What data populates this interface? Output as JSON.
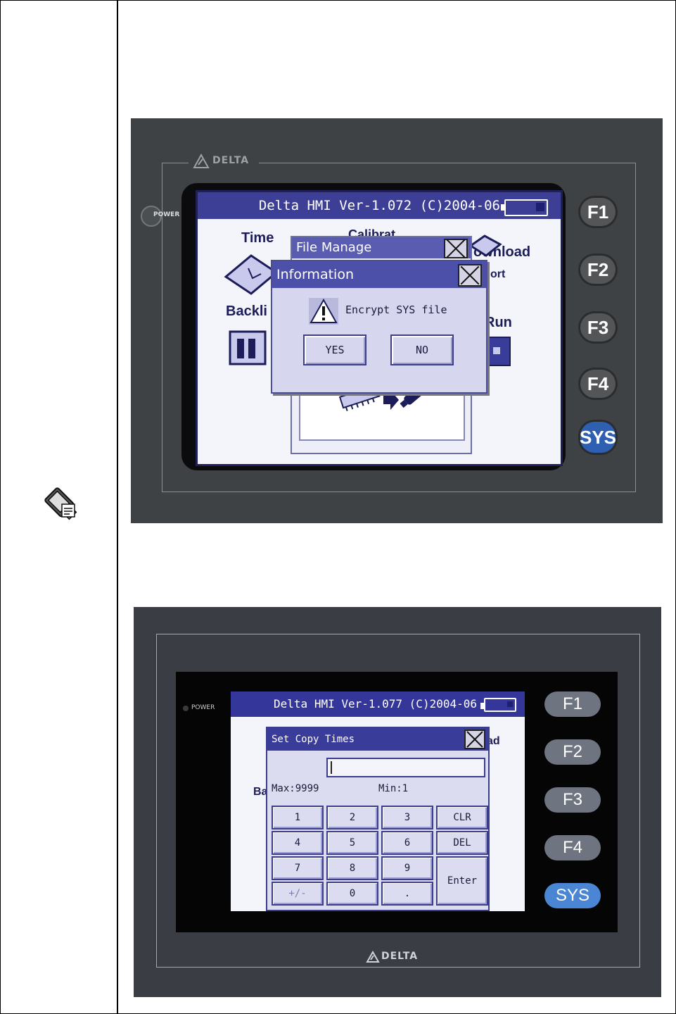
{
  "colors": {
    "hmi_title": "#3d3f96",
    "dialog": "#d6d6ee",
    "sys_key_1": "#2f5fb0",
    "sys_key_2": "#4a86d4"
  },
  "side_icon": {
    "name": "usb-disk-icon"
  },
  "hmi1": {
    "logo": "DELTA",
    "power_label": "POWER",
    "title": "Delta HMI Ver-1.072 (C)2004-06",
    "background_items": [
      "Time",
      "Calibrat",
      "ownload",
      "Backli",
      "Run",
      "ort"
    ],
    "file_manage_title": "File Manage",
    "dialog": {
      "title": "Information",
      "message": "Encrypt SYS file",
      "yes_label": "YES",
      "no_label": "NO"
    },
    "function_keys": [
      "F1",
      "F2",
      "F3",
      "F4",
      "SYS"
    ]
  },
  "hmi2": {
    "logo": "DELTA",
    "power_label": "POWER",
    "title": "Delta HMI Ver-1.077 (C)2004-06",
    "background_items": [
      "ad",
      "Ba"
    ],
    "dialog": {
      "title": "Set Copy Times",
      "input_value": "",
      "max_label": "Max:9999",
      "min_label": "Min:1",
      "keys": [
        "1",
        "2",
        "3",
        "CLR",
        "4",
        "5",
        "6",
        "DEL",
        "7",
        "8",
        "9",
        "Enter",
        "+/-",
        "0",
        "."
      ]
    },
    "function_keys": [
      "F1",
      "F2",
      "F3",
      "F4",
      "SYS"
    ]
  }
}
